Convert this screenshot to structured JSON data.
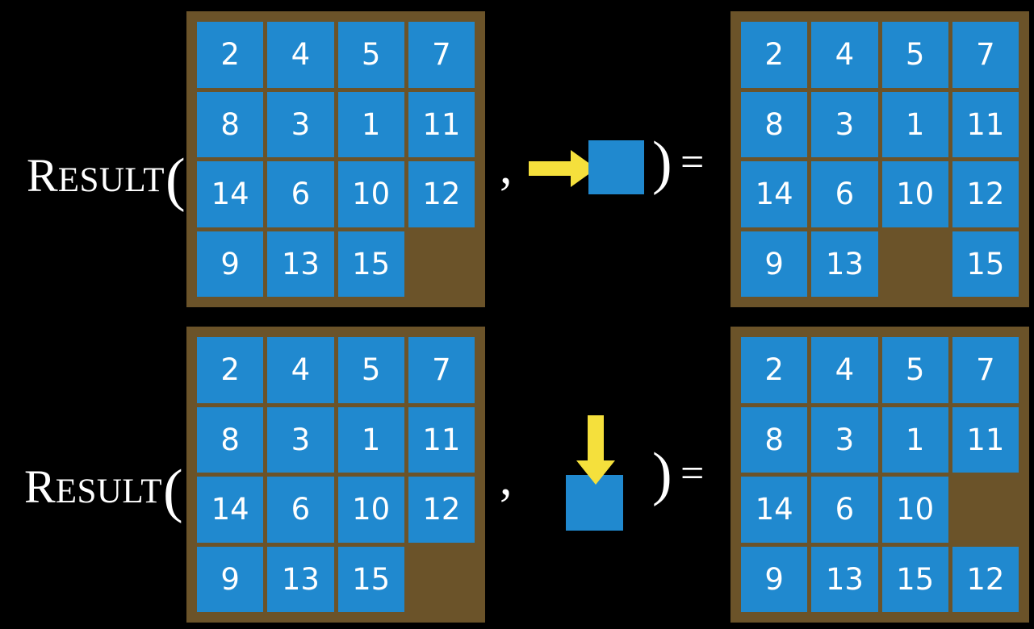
{
  "background_color": "#000000",
  "palette": {
    "board": "#6b5329",
    "tile": "#2089cf",
    "tile_text": "#ffffff",
    "arrow": "#f5e03c",
    "label_text": "#ffffff"
  },
  "rows": [
    {
      "id": "row-top",
      "label": {
        "cap": "R",
        "small": "ESULT",
        "paren": "("
      },
      "comma": ",",
      "rparen": ")",
      "equals": "=",
      "operation": {
        "name": "slide-right",
        "arrow_direction": "right",
        "arrow_glyph": "→",
        "piece_label": ""
      },
      "input_board": {
        "name": "input-board-top",
        "grid": [
          [
            "2",
            "4",
            "5",
            "7"
          ],
          [
            "8",
            "3",
            "1",
            "11"
          ],
          [
            "14",
            "6",
            "10",
            "12"
          ],
          [
            "9",
            "13",
            "15",
            ""
          ]
        ]
      },
      "output_board": {
        "name": "output-board-top",
        "grid": [
          [
            "2",
            "4",
            "5",
            "7"
          ],
          [
            "8",
            "3",
            "1",
            "11"
          ],
          [
            "14",
            "6",
            "10",
            "12"
          ],
          [
            "9",
            "13",
            "",
            "15"
          ]
        ]
      }
    },
    {
      "id": "row-bottom",
      "label": {
        "cap": "R",
        "small": "ESULT",
        "paren": "("
      },
      "comma": ",",
      "rparen": ")",
      "equals": "=",
      "operation": {
        "name": "slide-down",
        "arrow_direction": "down",
        "arrow_glyph": "↓",
        "piece_label": ""
      },
      "input_board": {
        "name": "input-board-bottom",
        "grid": [
          [
            "2",
            "4",
            "5",
            "7"
          ],
          [
            "8",
            "3",
            "1",
            "11"
          ],
          [
            "14",
            "6",
            "10",
            "12"
          ],
          [
            "9",
            "13",
            "15",
            ""
          ]
        ]
      },
      "output_board": {
        "name": "output-board-bottom",
        "grid": [
          [
            "2",
            "4",
            "5",
            "7"
          ],
          [
            "8",
            "3",
            "1",
            "11"
          ],
          [
            "14",
            "6",
            "10",
            ""
          ],
          [
            "9",
            "13",
            "15",
            "12"
          ]
        ]
      }
    }
  ]
}
